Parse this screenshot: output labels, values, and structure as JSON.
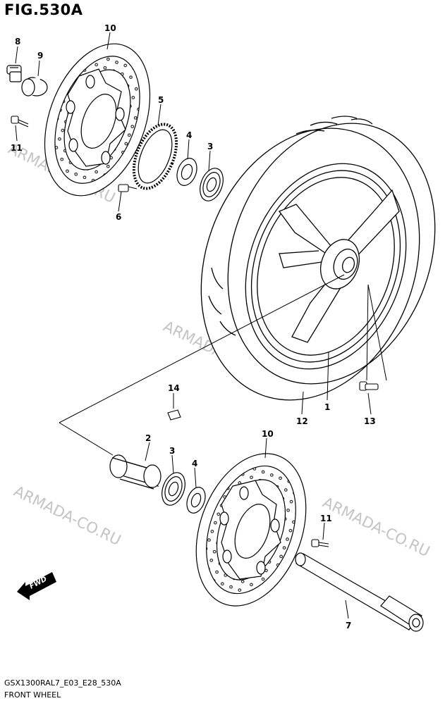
{
  "figure": {
    "title": "FIG.530A",
    "code": "GSX1300RAL7_E03_E28_530A",
    "name": "FRONT WHEEL"
  },
  "watermark": "ARMADA-CO.RU",
  "direction_badge": "FWD",
  "callouts": [
    "10",
    "8",
    "9",
    "11",
    "5",
    "4",
    "3",
    "6",
    "1",
    "14",
    "12",
    "13",
    "2",
    "3",
    "4",
    "10",
    "11",
    "7"
  ]
}
